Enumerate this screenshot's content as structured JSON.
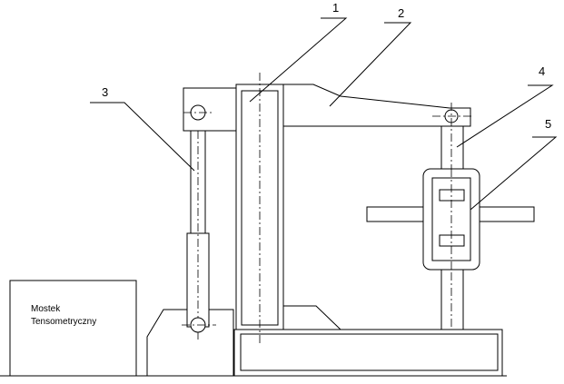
{
  "labels": {
    "l1": "1",
    "l2": "2",
    "l3": "3",
    "l4": "4",
    "l5": "5"
  },
  "bridge_box": {
    "line1": "Mostek",
    "line2": "Tensometryczny"
  }
}
